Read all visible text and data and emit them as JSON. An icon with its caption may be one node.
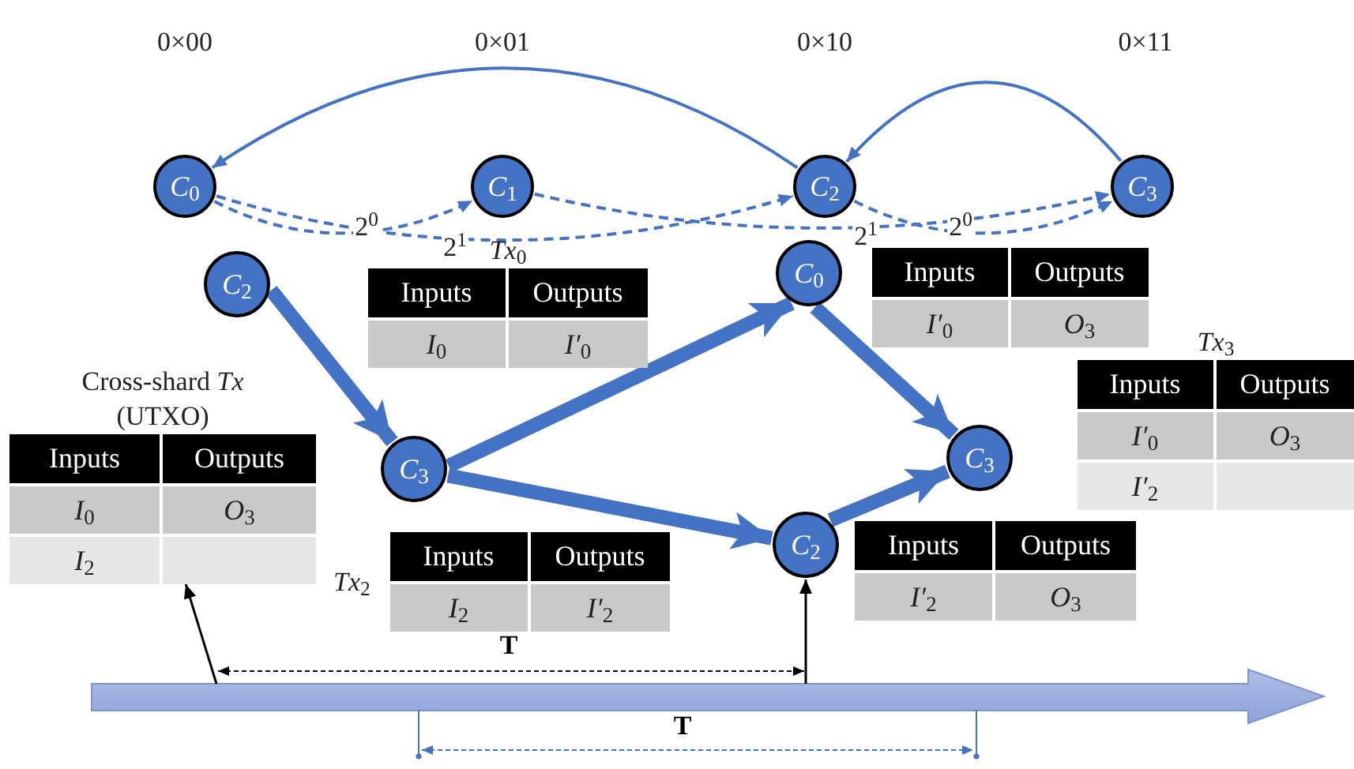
{
  "diagram": {
    "nodes": [
      {
        "text": [
          "*C*$_{0}$"
        ],
        "beside": [
          "0×00"
        ]
      },
      {
        "text": [
          "*C*$_{1}$"
        ],
        "beside": [
          "0×01"
        ]
      },
      {
        "text": [
          "*C*$_{2}$"
        ],
        "beside": [
          "0×10"
        ]
      },
      {
        "text": [
          "*C*$_{3}$"
        ],
        "beside": [
          "0×11"
        ]
      },
      {
        "text": [
          "*C*$_{2}$"
        ]
      },
      {
        "text": [
          "*Tx*$_{0}$",
          "Inputs",
          "Outputs",
          "*I*$_{0}$",
          "*I′*$_{0}$"
        ]
      },
      {
        "text": [
          "*C*$_{0}$"
        ]
      },
      {
        "text": [
          "Inputs",
          "Outputs",
          "*I′*$_{0}$",
          "*O*$_{3}$"
        ]
      },
      {
        "text": [
          "Cross-shard *Tx* (UTXO)",
          "Inputs",
          "Outputs",
          "*I*$_{0}$",
          "*O*$_{3}$",
          "*I*$_{2}$"
        ]
      },
      {
        "text": [
          "*C*$_{3}$"
        ]
      },
      {
        "text": [
          "*C*$_{3}$"
        ]
      },
      {
        "text": [
          "*Tx*$_{3}$",
          "Inputs",
          "Outputs",
          "*I′*$_{0}$",
          "*O*$_{3}$",
          "*I′*$_{2}$"
        ]
      },
      {
        "text": [
          "*Tx*$_{2}$",
          "Inputs",
          "Outputs",
          "*I*$_{2}$",
          "*I′*$_{2}$"
        ]
      },
      {
        "text": [
          "*C*$_{2}$"
        ]
      },
      {
        "text": [
          "Inputs",
          "Outputs",
          "*I′*$_{2}$",
          "*O*$_{3}$"
        ]
      }
    ],
    "edges": [
      {
        "from": 2,
        "to": 0,
        "arrow": "to"
      },
      {
        "from": 3,
        "to": 2,
        "arrow": "to"
      },
      {
        "from": 0,
        "to": 1,
        "arrow": "to",
        "label": "2$^{0}$",
        "style": "dashed"
      },
      {
        "from": 0,
        "to": 2,
        "arrow": "to",
        "label": "2$^{1}$",
        "style": "dashed"
      },
      {
        "from": 1,
        "to": 3,
        "arrow": "to",
        "label": "2$^{1}$",
        "style": "dashed"
      },
      {
        "from": 2,
        "to": 3,
        "arrow": "to",
        "label": "2$^{0}$",
        "style": "dashed"
      },
      {
        "from": 4,
        "to": 9,
        "arrow": "to",
        "style": "thick"
      },
      {
        "from": 9,
        "to": 6,
        "arrow": "to",
        "style": "thick"
      },
      {
        "from": 9,
        "to": 13,
        "arrow": "to",
        "style": "thick"
      },
      {
        "from": 6,
        "to": 10,
        "arrow": "to",
        "style": "thick"
      },
      {
        "from": 13,
        "to": 10,
        "arrow": "to",
        "style": "thick"
      },
      {
        "from": null,
        "to": 8,
        "arrow": "to",
        "color": "#000000"
      },
      {
        "from": null,
        "to": 13,
        "arrow": "to",
        "color": "#000000"
      }
    ],
    "labels": [
      "T",
      "T"
    ]
  }
}
